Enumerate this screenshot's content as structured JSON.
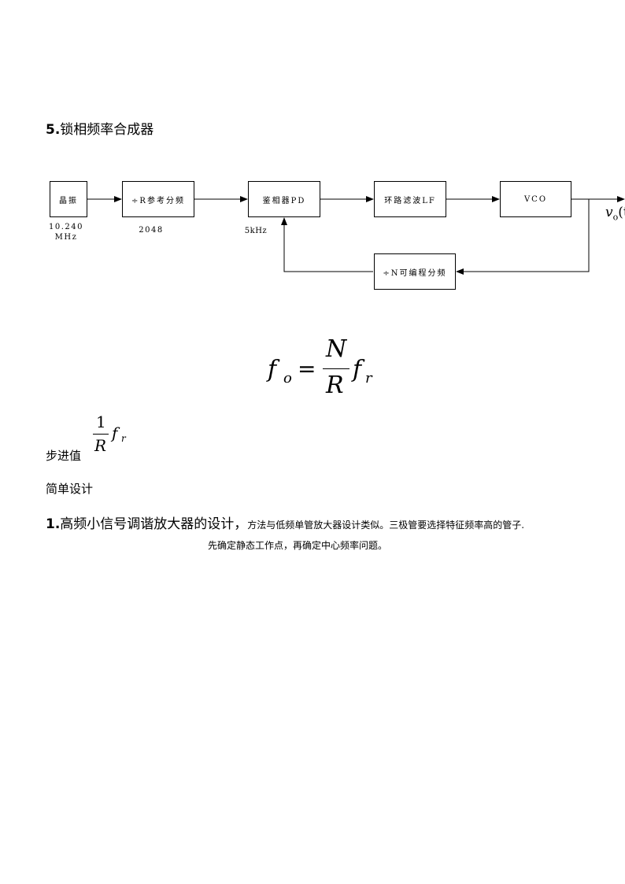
{
  "section5": {
    "num": "5.",
    "title": "锁相频率合成器"
  },
  "diagram": {
    "crystal": "晶振",
    "crystal_freq_line1": "10.240",
    "crystal_freq_line2": "MHz",
    "ref_divider": "÷R参考分频",
    "ref_divider_value": "2048",
    "pd": "鉴相器PD",
    "pd_freq": "5kHz",
    "lf": "环路滤波LF",
    "vco": "VCO",
    "n_divider": "÷N可编程分频",
    "output_label": "vo(t",
    "output_v": "v",
    "output_sub": "o",
    "output_tail": "(t"
  },
  "formula": {
    "f": "f",
    "sub_o": "o",
    "equals": "=",
    "num": "N",
    "den": "R",
    "sub_r": "r"
  },
  "step": {
    "label": "步进值",
    "num": "1",
    "den": "R",
    "f": "f",
    "sub_r": "r"
  },
  "simple_design": "简单设计",
  "section1": {
    "num": "1.",
    "title": "高频小信号调谐放大器的设计，",
    "desc": "方法与低频单管放大器设计类似。三极管要选择特征频率高的管子.",
    "line2": "先确定静态工作点，再确定中心频率问题。"
  }
}
